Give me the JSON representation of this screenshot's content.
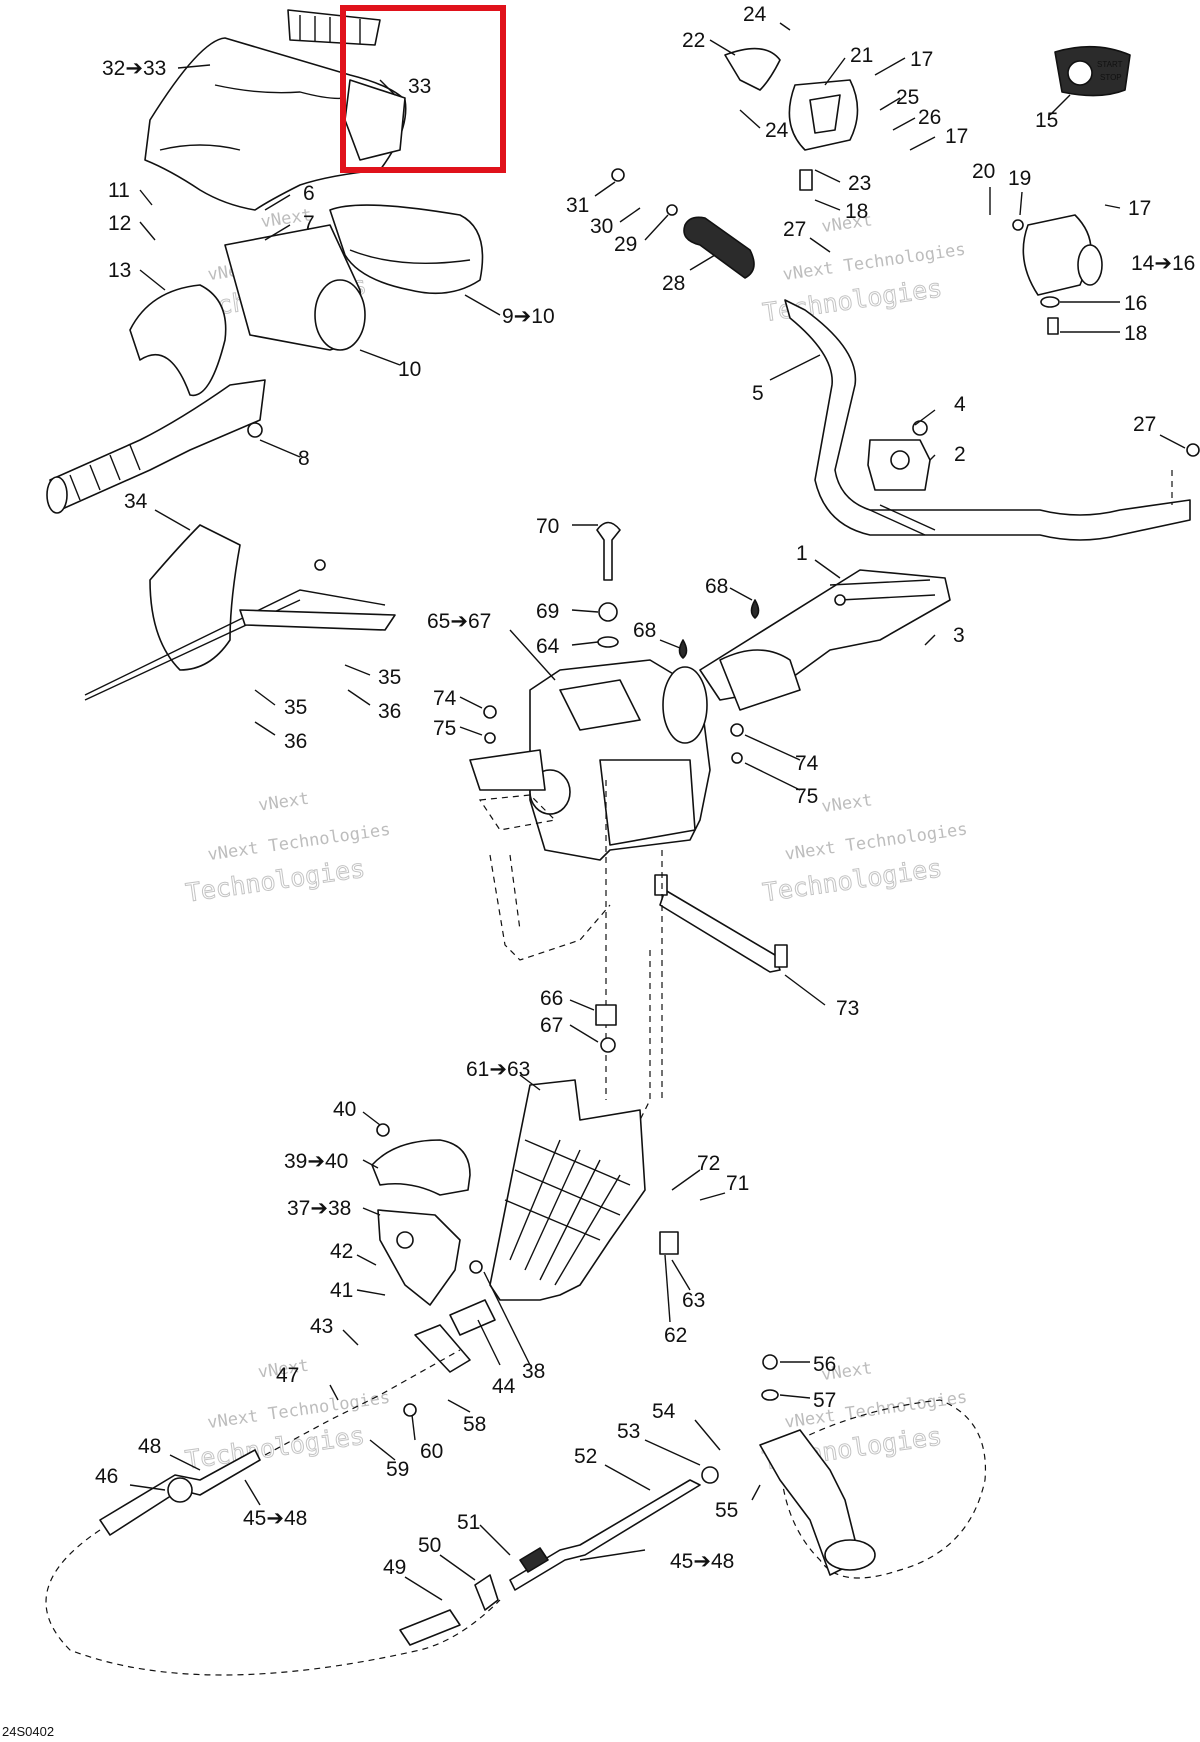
{
  "diagram": {
    "drawing_code": "24S0402",
    "watermark": {
      "line1": "vNext",
      "line2": "vNext Technologies",
      "line3": "Technologies"
    },
    "highlight_color": "#e0121b",
    "callouts": [
      "32➔33",
      "33",
      "6",
      "7",
      "11",
      "12",
      "13",
      "9➔10",
      "10",
      "8",
      "34",
      "35",
      "36",
      "35",
      "36",
      "24",
      "22",
      "21",
      "17",
      "25",
      "26",
      "17",
      "24",
      "23",
      "18",
      "15",
      "20",
      "19",
      "17",
      "14➔16",
      "16",
      "18",
      "31",
      "30",
      "29",
      "28",
      "27",
      "5",
      "4",
      "2",
      "27",
      "1",
      "3",
      "70",
      "69",
      "64",
      "68",
      "68",
      "65➔67",
      "74",
      "75",
      "74",
      "75",
      "73",
      "66",
      "67",
      "61➔63",
      "40",
      "39➔40",
      "37➔38",
      "42",
      "41",
      "43",
      "72",
      "71",
      "63",
      "62",
      "38",
      "44",
      "56",
      "57",
      "54",
      "53",
      "52",
      "55",
      "47",
      "58",
      "60",
      "59",
      "48",
      "46",
      "45➔48",
      "51",
      "50",
      "49",
      "45➔48"
    ]
  }
}
